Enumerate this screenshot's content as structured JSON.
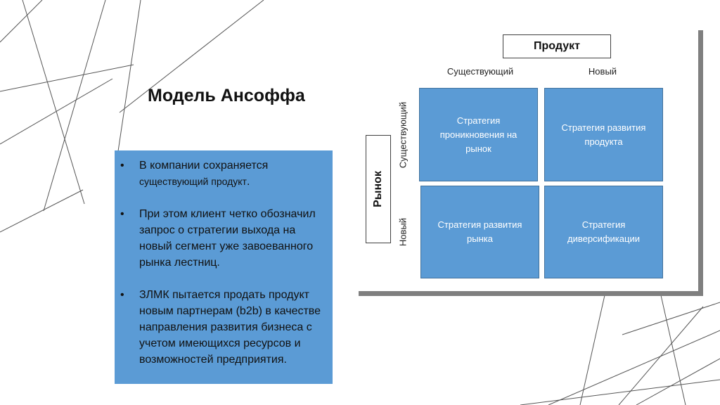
{
  "slide": {
    "title": "Модель Ансоффа",
    "bullets": [
      {
        "main": "В компании сохраняется ",
        "small": "существующий продукт",
        "end": "."
      },
      {
        "main": "При этом клиент четко обозначил запрос о стратегии выхода на новый сегмент уже завоеванного рынка лестниц."
      },
      {
        "main": "ЗЛМК пытается продать продукт новым партнерам (b2b) в качестве направления развития бизнеса с учетом имеющихся ресурсов и возможностей предприятия."
      }
    ]
  },
  "matrix": {
    "product_header": "Продукт",
    "market_header": "Рынок",
    "columns": [
      "Существующий",
      "Новый"
    ],
    "rows": [
      "Существующий",
      "Новый"
    ],
    "cells": [
      "Стратегия проникновения на рынок",
      "Стратегия развития продукта",
      "Стратегия развития рынка",
      "Стратегия диверсификации"
    ],
    "cell_color": "#5b9bd5"
  },
  "colors": {
    "bullet_box": "#5b9bd5",
    "shadow": "#7f7f7f",
    "lines": "#555555"
  }
}
